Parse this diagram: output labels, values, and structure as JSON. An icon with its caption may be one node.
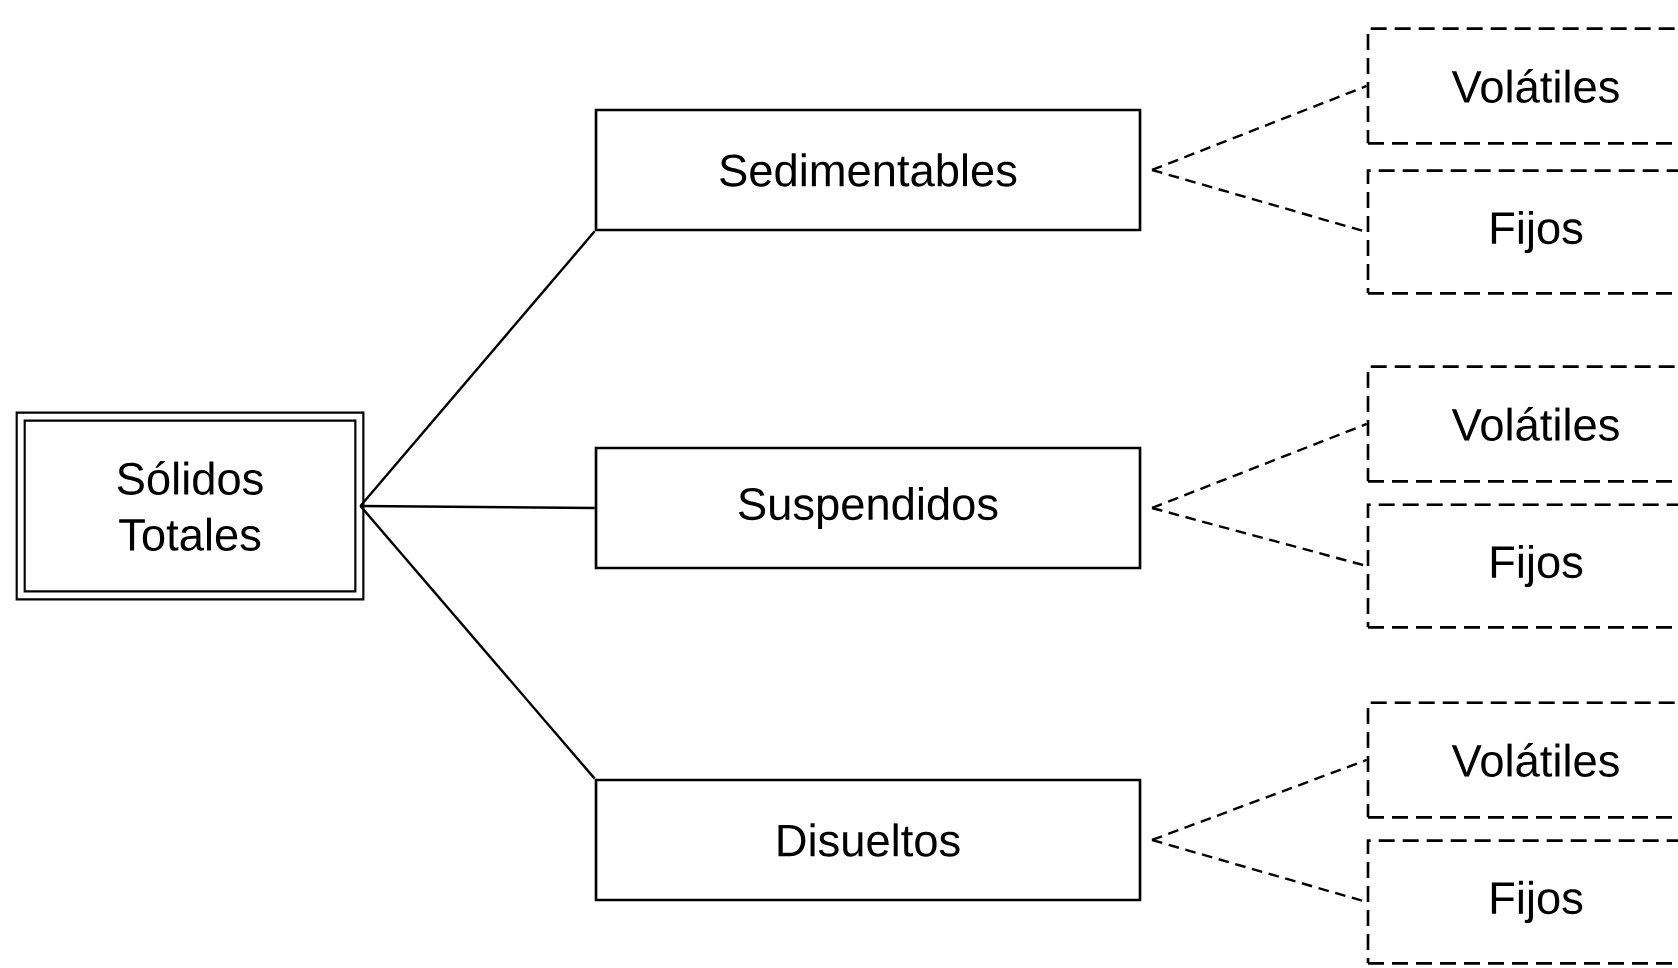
{
  "diagram": {
    "nodes": [
      {
        "text": [
          "Sólidos Totales"
        ]
      },
      {
        "text": [
          "Sedimentables"
        ]
      },
      {
        "text": [
          "Suspendidos"
        ]
      },
      {
        "text": [
          "Disueltos"
        ]
      },
      {
        "text": [
          "Volátiles"
        ]
      },
      {
        "text": [
          "Fijos"
        ]
      },
      {
        "text": [
          "Volátiles"
        ]
      },
      {
        "text": [
          "Fijos"
        ]
      },
      {
        "text": [
          "Volátiles"
        ]
      },
      {
        "text": [
          "Fijos"
        ]
      }
    ],
    "edges": [
      {
        "from": 0,
        "to": 1,
        "arrow": "none"
      },
      {
        "from": 0,
        "to": 2,
        "arrow": "none"
      },
      {
        "from": 0,
        "to": 3,
        "arrow": "none"
      },
      {
        "from": 1,
        "to": 4,
        "arrow": "none",
        "style": "dashed"
      },
      {
        "from": 1,
        "to": 5,
        "arrow": "none",
        "style": "dashed"
      },
      {
        "from": 2,
        "to": 6,
        "arrow": "none",
        "style": "dashed"
      },
      {
        "from": 2,
        "to": 7,
        "arrow": "none",
        "style": "dashed"
      },
      {
        "from": 3,
        "to": 8,
        "arrow": "none",
        "style": "dashed"
      },
      {
        "from": 3,
        "to": 9,
        "arrow": "none",
        "style": "dashed"
      }
    ]
  }
}
